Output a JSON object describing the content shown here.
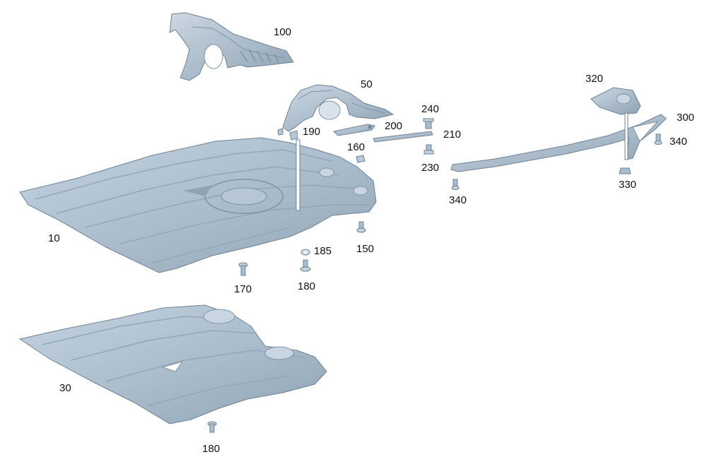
{
  "colors": {
    "part_fill": "#a9bccc",
    "part_light": "#c9d6e1",
    "part_dark": "#7f93a5",
    "edge": "#6e8293",
    "rib": "#93a7b8",
    "label_text": "#111111"
  },
  "labels": {
    "p10": "10",
    "p30": "30",
    "p50": "50",
    "p100": "100",
    "p150": "150",
    "p160": "160",
    "p170": "170",
    "p180a": "180",
    "p180b": "180",
    "p185": "185",
    "p190": "190",
    "p200": "200",
    "p210": "210",
    "p230": "230",
    "p240": "240",
    "p300": "300",
    "p320": "320",
    "p330": "330",
    "p340a": "340",
    "p340b": "340"
  }
}
